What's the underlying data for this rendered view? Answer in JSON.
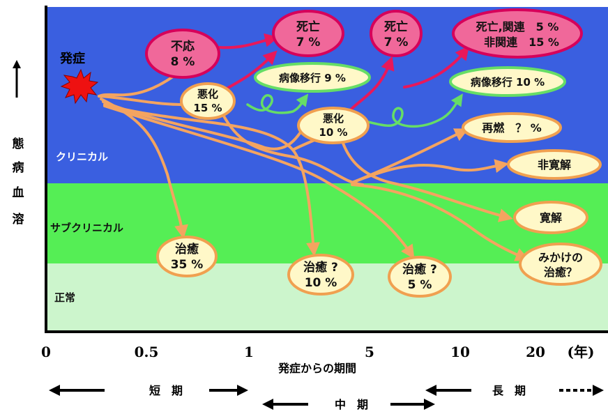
{
  "y_axis": {
    "label": [
      "溶",
      "血",
      "病",
      "態"
    ],
    "arrow_icon": "up-arrow-icon"
  },
  "bands": {
    "clinical": {
      "label": "クリニカル",
      "color": "#3a5fe0"
    },
    "subclinical": {
      "label": "サブクリニカル",
      "color": "#55ee55"
    },
    "normal": {
      "label": "正常",
      "color": "#ccf5cc"
    }
  },
  "onset": {
    "label": "発症",
    "icon": "explosion-icon"
  },
  "x_axis": {
    "ticks": [
      "0",
      "0.5",
      "1",
      "5",
      "10",
      "20",
      "(年)"
    ],
    "title": "発症からの期間"
  },
  "periods": {
    "short": "短　期",
    "medium": "中　期",
    "long": "長　期"
  },
  "nodes": {
    "no_response": {
      "lines": [
        "不応",
        "8 %"
      ]
    },
    "death_1": {
      "lines": [
        "死亡",
        "7 %"
      ]
    },
    "death_2": {
      "lines": [
        "死亡",
        "7 %"
      ]
    },
    "death_3": {
      "lines": [
        "死亡,関連　5 %",
        "非関連　15 %"
      ]
    },
    "transition_1": {
      "lines": [
        "病像移行 9 %"
      ]
    },
    "transition_2": {
      "lines": [
        "病像移行 10 %"
      ]
    },
    "worsen_1": {
      "lines": [
        "悪化",
        "15 %"
      ]
    },
    "worsen_2": {
      "lines": [
        "悪化",
        "10 %"
      ]
    },
    "relapse": {
      "lines": [
        "再燃　？ %"
      ]
    },
    "non_remission": {
      "lines": [
        "非寛解"
      ]
    },
    "remission": {
      "lines": [
        "寛解"
      ]
    },
    "apparent_cure": {
      "lines": [
        "みかけの",
        "治癒？"
      ]
    },
    "cure_1": {
      "lines": [
        "治癒",
        "35 %"
      ]
    },
    "cure_2": {
      "lines": [
        "治癒 ?",
        "10 %"
      ]
    },
    "cure_3": {
      "lines": [
        "治癒 ?",
        "5 %"
      ]
    }
  },
  "colors": {
    "pink_fill": "#f0689a",
    "pink_stroke": "#d6005a",
    "cream_fill": "#fff8c8",
    "orange_stroke": "#f0a050",
    "green_stroke": "#66dd66",
    "path_orange": "#f4a460",
    "path_red": "#e8185a"
  }
}
